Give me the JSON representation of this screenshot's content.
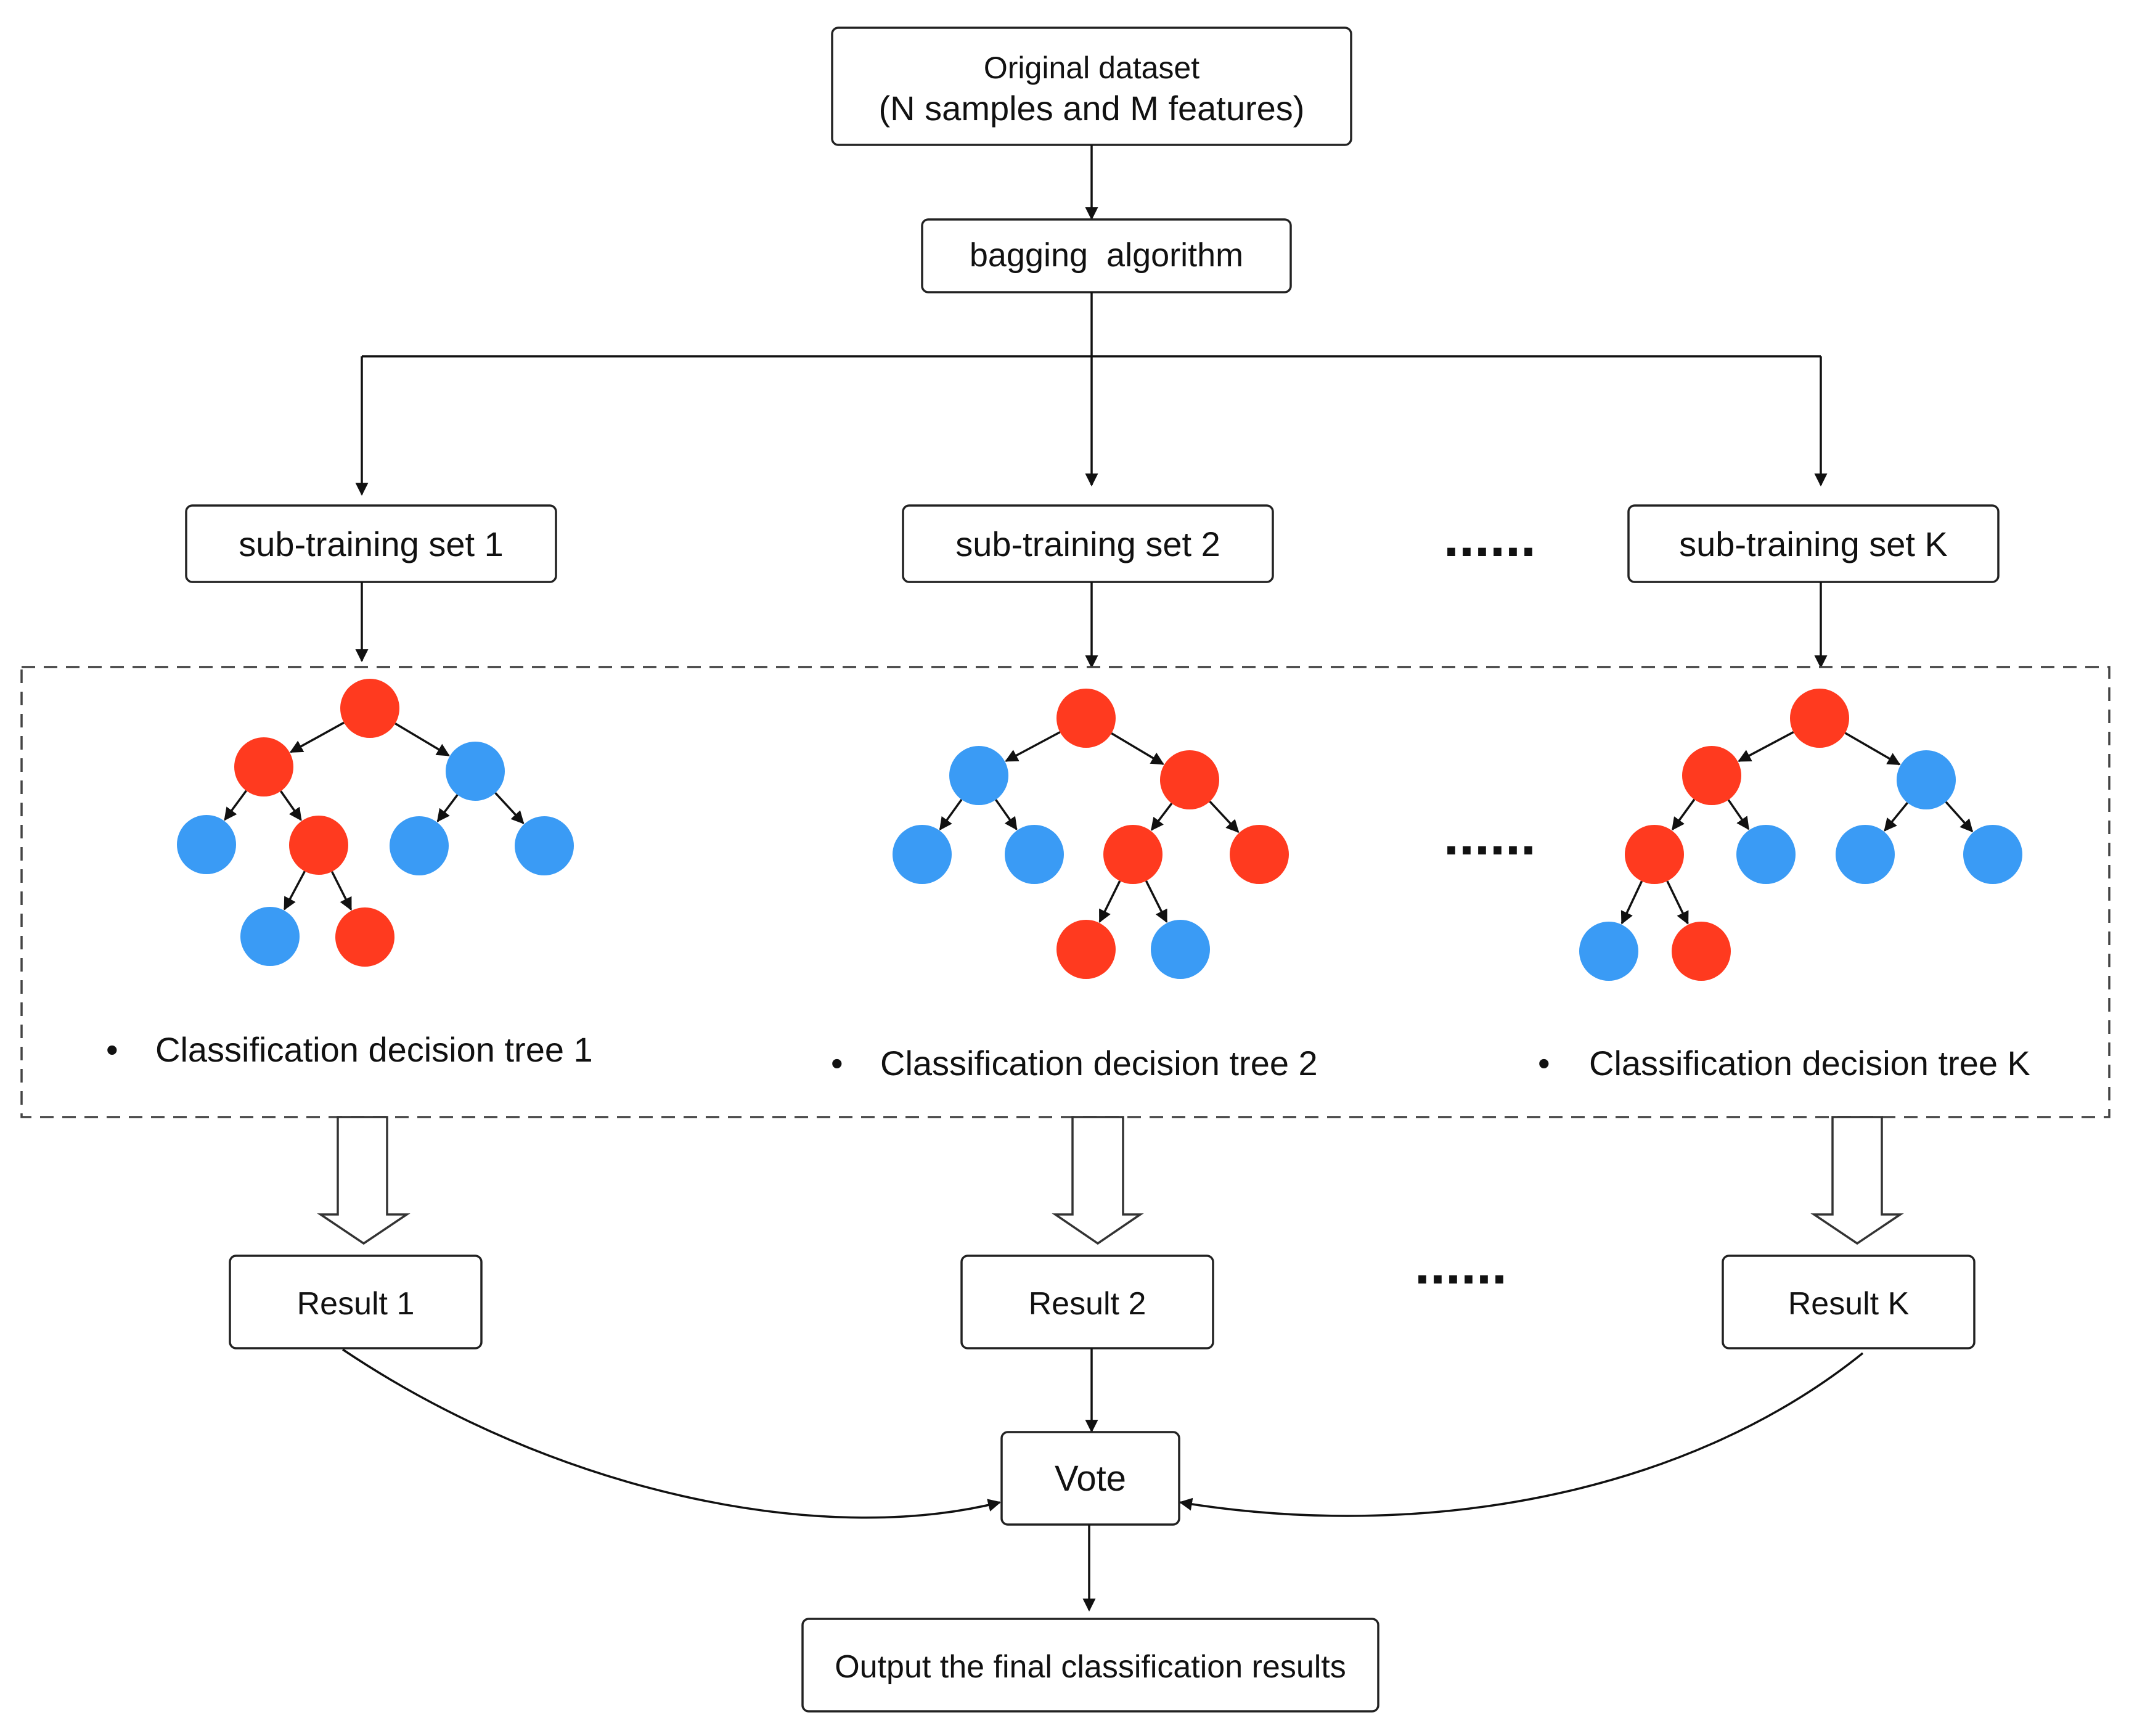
{
  "colors": {
    "red_node": "#ff3a1f",
    "blue_node": "#3a9bf5",
    "stroke": "#222222"
  },
  "nodes": {
    "original_line1": "Original dataset",
    "original_line2": "(N samples and M features)",
    "bagging": "bagging  algorithm",
    "subsets": [
      "sub-training set 1",
      "sub-training set 2",
      "sub-training set K"
    ],
    "tree_labels": [
      "Classification decision tree 1",
      "Classification decision tree 2",
      "Classification decision tree K"
    ],
    "results": [
      "Result 1",
      "Result 2",
      "Result K"
    ],
    "vote": "Vote",
    "output": "Output the final classification results"
  },
  "ellipsis": "......",
  "bullet": "•",
  "trees": [
    {
      "nodes": [
        "red",
        "red",
        "blue",
        "blue",
        "red",
        "blue",
        "blue",
        "blue",
        "red"
      ],
      "edges": [
        [
          0,
          1
        ],
        [
          0,
          2
        ],
        [
          1,
          3
        ],
        [
          1,
          4
        ],
        [
          2,
          5
        ],
        [
          2,
          6
        ],
        [
          4,
          7
        ],
        [
          4,
          8
        ]
      ]
    },
    {
      "nodes": [
        "red",
        "blue",
        "red",
        "blue",
        "blue",
        "red",
        "red",
        "red",
        "blue"
      ],
      "edges": [
        [
          0,
          1
        ],
        [
          0,
          2
        ],
        [
          1,
          3
        ],
        [
          1,
          4
        ],
        [
          2,
          5
        ],
        [
          2,
          6
        ],
        [
          5,
          7
        ],
        [
          5,
          8
        ]
      ]
    },
    {
      "nodes": [
        "red",
        "red",
        "blue",
        "red",
        "blue",
        "blue",
        "blue",
        "blue",
        "red"
      ],
      "edges": [
        [
          0,
          1
        ],
        [
          0,
          2
        ],
        [
          1,
          3
        ],
        [
          1,
          4
        ],
        [
          2,
          5
        ],
        [
          2,
          6
        ],
        [
          3,
          7
        ],
        [
          3,
          8
        ]
      ]
    }
  ]
}
